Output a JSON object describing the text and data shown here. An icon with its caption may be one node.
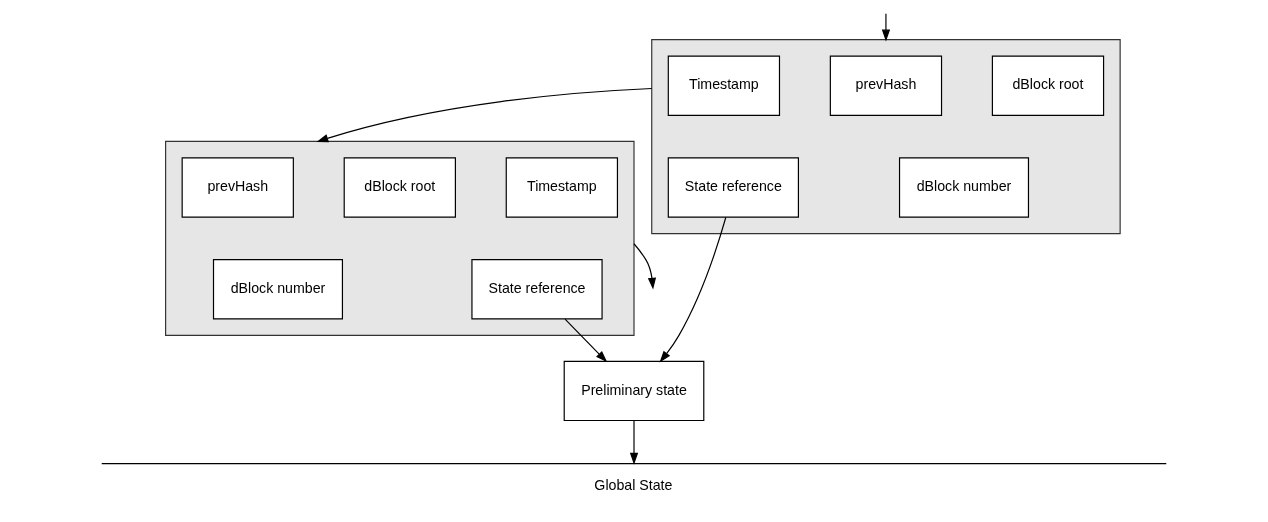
{
  "diagram": {
    "nodes": [
      {
        "text": [],
        "shape": "box"
      },
      {
        "text": [
          "prevHash"
        ],
        "in": 0
      },
      {
        "text": [
          "dBlock root"
        ],
        "in": 0
      },
      {
        "text": [
          "Timestamp"
        ],
        "in": 0
      },
      {
        "text": [
          "dBlock number"
        ],
        "in": 0
      },
      {
        "text": [
          "State reference"
        ],
        "in": 0
      },
      {
        "text": [],
        "shape": "box"
      },
      {
        "text": [
          "prevHash"
        ],
        "in": 6
      },
      {
        "text": [
          "dBlock root"
        ],
        "in": 6
      },
      {
        "text": [
          "Timestamp"
        ],
        "in": 6
      },
      {
        "text": [
          "dBlock number"
        ],
        "in": 6
      },
      {
        "text": [
          "State reference"
        ],
        "in": 6
      },
      {
        "text": [
          "Preliminary state"
        ]
      },
      {
        "text": [
          "Global State"
        ]
      }
    ],
    "edges": [
      {
        "from": null,
        "to": 0,
        "arrow": "to"
      },
      {
        "from": 0,
        "to": 6,
        "arrow": "to"
      },
      {
        "from": 6,
        "to": null,
        "arrow": "to"
      },
      {
        "from": 5,
        "to": 12,
        "arrow": "to"
      },
      {
        "from": 11,
        "to": 12,
        "arrow": "to"
      },
      {
        "from": 12,
        "to": 13,
        "arrow": "to"
      }
    ]
  }
}
